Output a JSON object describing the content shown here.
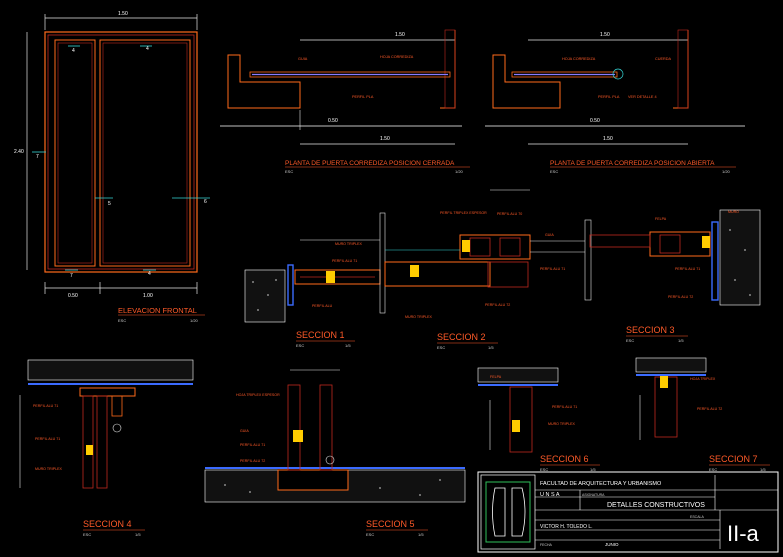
{
  "drawing": {
    "elevation": {
      "dim_top": "1.50",
      "dim_left": "2.40",
      "dim_bottom_left": "0.50",
      "dim_bottom_right": "1.00",
      "marks": [
        "4",
        "4",
        "7",
        "5",
        "6",
        "7",
        "4"
      ]
    },
    "titles": {
      "elevacion": "ELEVACION FRONTAL",
      "planta_cerrada": "PLANTA DE PUERTA CORREDIZA POSICION CERRADA",
      "planta_abierta": "PLANTA DE PUERTA CORREDIZA POSICION ABIERTA",
      "s1": "SECCION  1",
      "s2": "SECCION  2",
      "s3": "SECCION  3",
      "s4": "SECCION  4",
      "s5": "SECCION  5",
      "s6": "SECCION  6",
      "s7": "SECCION  7"
    },
    "scales": {
      "esc": "ESC",
      "elev_val": "1/20",
      "plan_val": "1/20",
      "sec_val": "1/5"
    },
    "plan_dims": {
      "top": "1.50",
      "bottom": "1.50",
      "inner": "0.50"
    },
    "plan_labels": {
      "cerrada": [
        "GUIA",
        "HOJA CORREDIZA",
        "PERFIL PLA"
      ],
      "abierta": [
        "HOJA CORREDIZA",
        "CUERDA",
        "PERFIL PLA",
        "VER DETALLE 4"
      ]
    },
    "section_labels": {
      "s1": [
        "MURO TRIPLEX",
        "PERFIL ALU 71",
        "PERFIL ALU"
      ],
      "s2": [
        "PERFIL TRIPLEX ESPESOR",
        "PERFIL ALU 70",
        "GUIA",
        "PERFIL ALU 71",
        "MURO TRIPLEX",
        "PERFIL ALU 72"
      ],
      "s3": [
        "FELPA",
        "MURO",
        "PERFIL ALU 71",
        "PERFIL ALU 72"
      ],
      "s4": [
        "PERFIL ALU 71",
        "PERFIL ALU 71",
        "MURO TRIPLEX"
      ],
      "s5": [
        "HOJA TRIPLEX ESPESOR",
        "GUIA",
        "PERFIL ALU 71",
        "PERFIL ALU 72"
      ],
      "s6": [
        "FELPA",
        "PERFIL ALU 71",
        "MURO TRIPLEX"
      ],
      "s7": [
        "HOJA TRIPLEX",
        "PERFIL ALU 72"
      ]
    }
  },
  "title_block": {
    "faculty": "FACULTAD  DE  ARQUITECTURA  Y  URBANISMO",
    "university": "U N S A",
    "course_label": "ASIGNATURA",
    "sheet_title": "DETALLES CONSTRUCTIVOS",
    "student": "VICTOR H. TOLEDO L.",
    "scale": "ESCALA",
    "date_label": "FECHA",
    "date": "JUNIO",
    "sheet_code": "II-a"
  }
}
